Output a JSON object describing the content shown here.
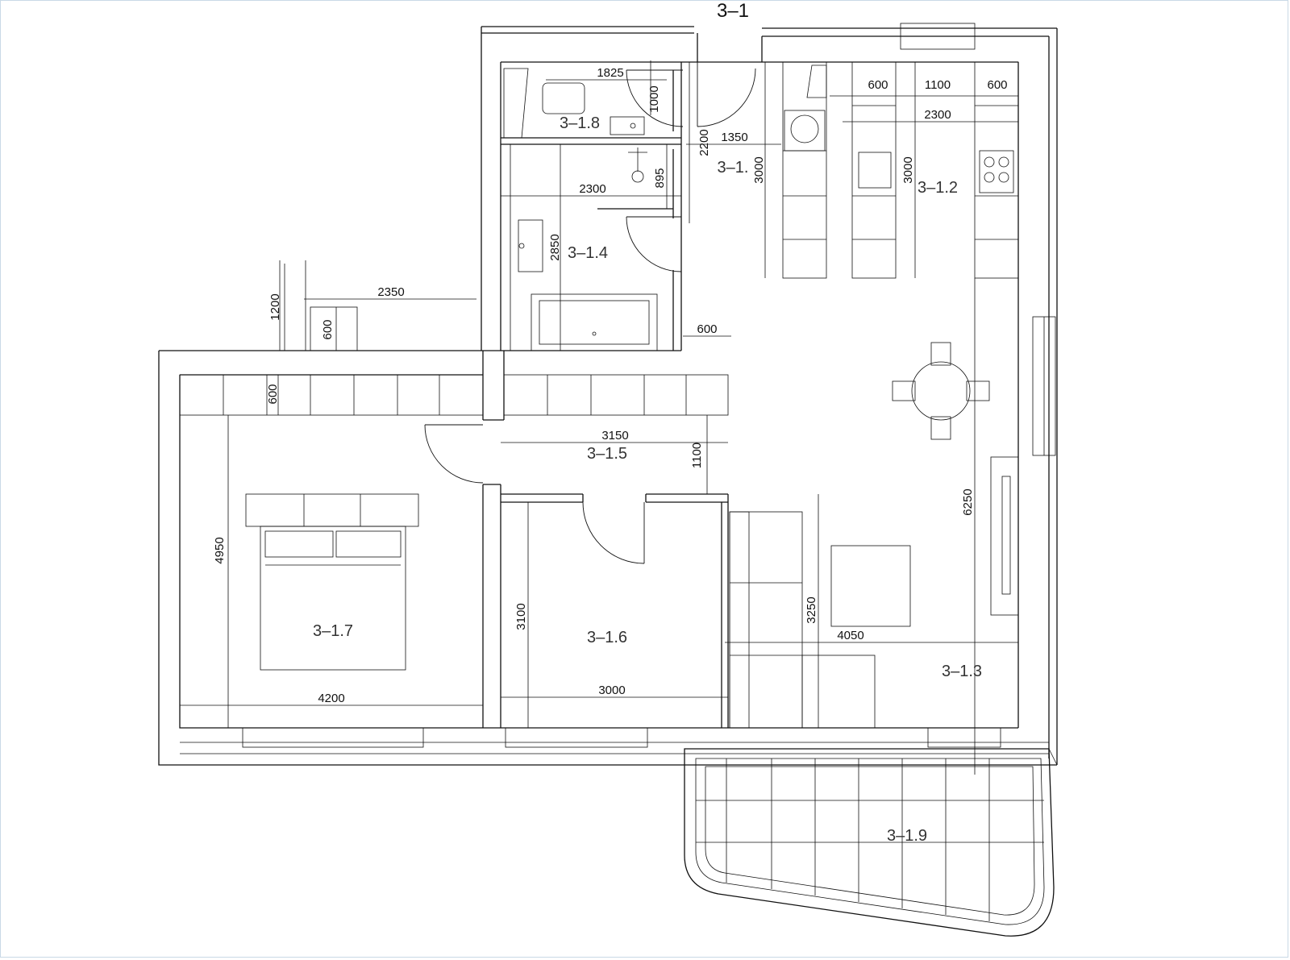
{
  "title": "3–1",
  "rooms": {
    "r1": "3–1.",
    "r2": "3–1.2",
    "r3": "3–1.3",
    "r4": "3–1.4",
    "r5": "3–1.5",
    "r6": "3–1.6",
    "r7": "3–1.7",
    "r8": "3–1.8",
    "r9": "3–1.9"
  },
  "dims": {
    "d1825": "1825",
    "d1000": "1000",
    "d2200": "2200",
    "d1350": "1350",
    "d3000_hall": "3000",
    "d600_k1": "600",
    "d1100_k": "1100",
    "d600_k2": "600",
    "d2300_k": "2300",
    "d3000_k": "3000",
    "d895": "895",
    "d2300_b": "2300",
    "d2850": "2850",
    "d2350": "2350",
    "d1200": "1200",
    "d600_step": "600",
    "d600_wall": "600",
    "d600_wardrobe": "600",
    "d3150": "3150",
    "d1100_hall": "1100",
    "d4950": "4950",
    "d4200": "4200",
    "d3100": "3100",
    "d3000_r6": "3000",
    "d3250": "3250",
    "d4050": "4050",
    "d6250": "6250"
  }
}
